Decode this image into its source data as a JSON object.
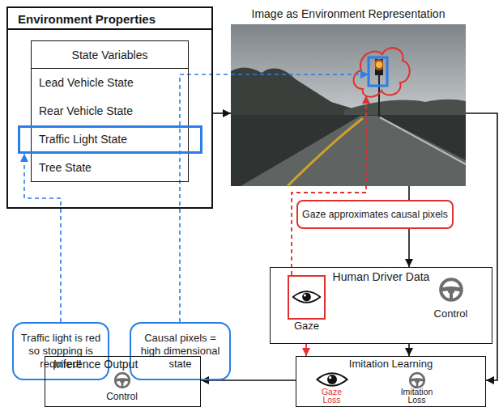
{
  "diagram": {
    "nodes": [
      {
        "text": [
          "Environment Properties"
        ]
      },
      {
        "text": [
          "State Variables"
        ],
        "in": 0
      },
      {
        "text": [
          "Lead Vehicle State"
        ],
        "in": 1
      },
      {
        "text": [
          "Rear Vehicle State"
        ],
        "in": 1
      },
      {
        "text": [
          "Traffic Light State"
        ],
        "in": 1
      },
      {
        "text": [
          "Tree State"
        ],
        "in": 1
      },
      {
        "text": [
          "Image as Environment Representation"
        ]
      },
      {
        "text": [
          "Traffic light is red so stopping is required!"
        ]
      },
      {
        "text": [
          "Causal pixels = high dimensional state"
        ]
      },
      {
        "text": [
          "Gaze approximates causal pixels"
        ]
      },
      {
        "text": [
          "Human Driver Data"
        ]
      },
      {
        "text": [
          "Gaze"
        ],
        "in": 10
      },
      {
        "text": [
          "Imitation Learning"
        ]
      },
      {
        "text": [
          "Inference Output"
        ]
      }
    ],
    "edges": [
      {
        "from": 0,
        "to": 6,
        "arrow": "to"
      },
      {
        "from": 7,
        "to": 4,
        "arrow": "to"
      },
      {
        "from": 8,
        "to": 6,
        "arrow": "to"
      },
      {
        "from": 11,
        "to": 6,
        "arrow": "to"
      },
      {
        "from": 6,
        "to": 10,
        "arrow": "to"
      },
      {
        "from": 10,
        "to": 12,
        "arrow": "to"
      },
      {
        "from": 10,
        "to": 12,
        "arrow": "to"
      },
      {
        "from": 6,
        "to": 12,
        "arrow": "to"
      },
      {
        "from": 12,
        "to": 13,
        "arrow": "to"
      }
    ],
    "labels": [
      "Control",
      "Control",
      "Gaze Loss",
      "Imitation Loss"
    ]
  }
}
